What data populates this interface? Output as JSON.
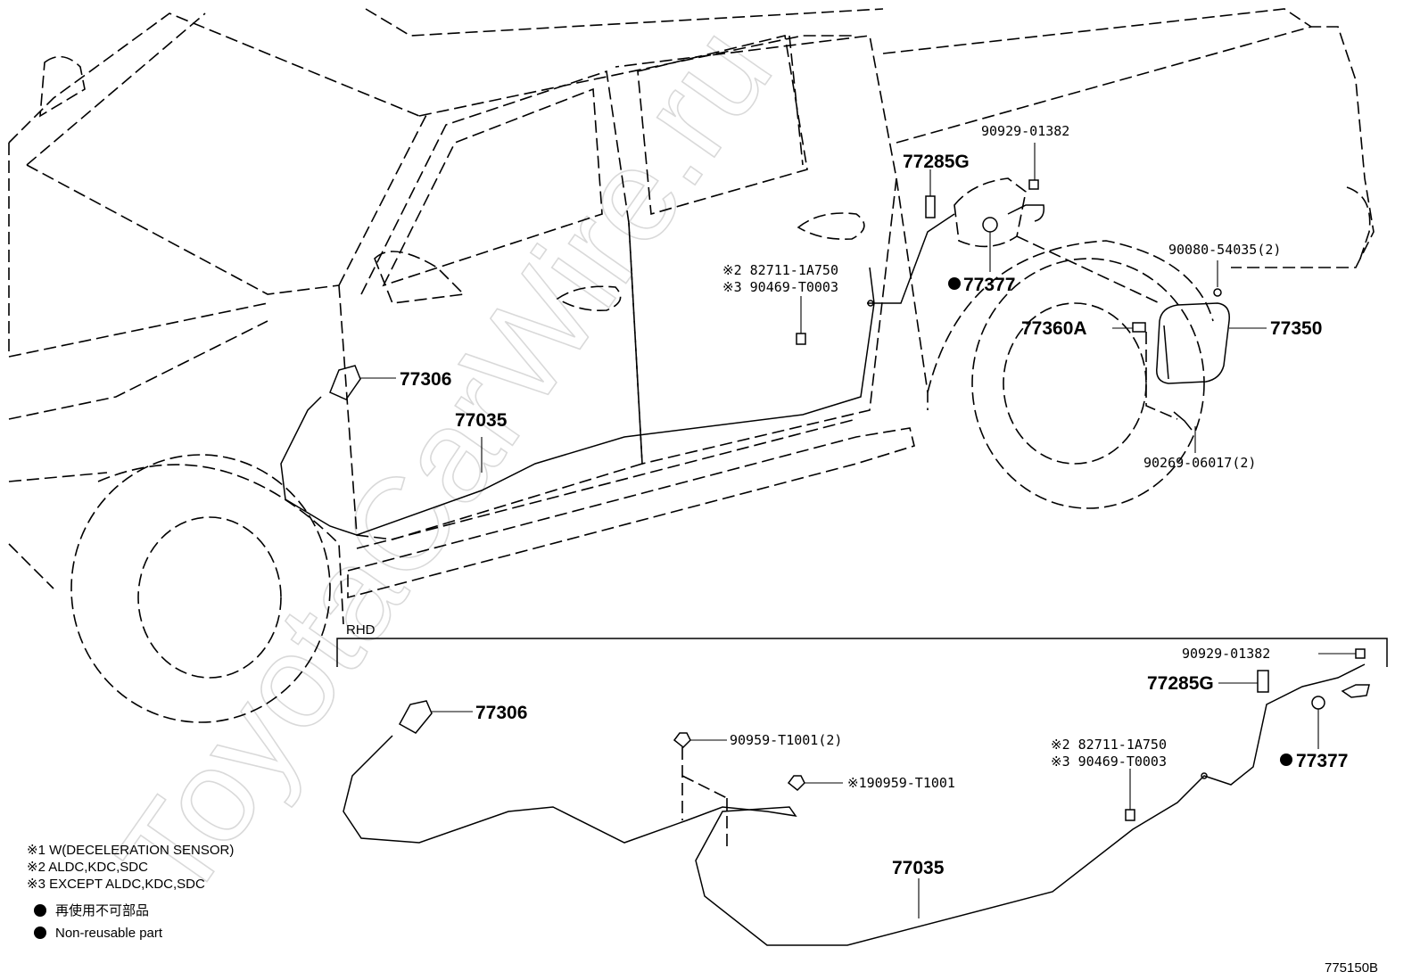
{
  "watermark": "ToyotaCarWire.ru",
  "section_label": "RHD",
  "figure_id": "775150B",
  "parts": {
    "p77306_a": "77306",
    "p77035_a": "77035",
    "p77285g_a": "77285G",
    "p90929_a": "90929-01382",
    "p77377_a": "77377",
    "p90080": "90080-54035(2)",
    "p77360a": "77360A",
    "p77350": "77350",
    "p90269": "90269-06017(2)",
    "n2_a": "※2 82711-1A750",
    "n3_a": "※3 90469-T0003",
    "p77306_b": "77306",
    "p90959_2": "90959-T1001(2)",
    "p90959_1": "※190959-T1001",
    "n2_b": "※2 82711-1A750",
    "n3_b": "※3 90469-T0003",
    "p77035_b": "77035",
    "p90929_b": "90929-01382",
    "p77285g_b": "77285G",
    "p77377_b": "77377"
  },
  "legend": {
    "note1": "※1 W(DECELERATION SENSOR)",
    "note2": "※2 ALDC,KDC,SDC",
    "note3": "※3 EXCEPT ALDC,KDC,SDC",
    "bullet_jp": "再使用不可部品",
    "bullet_en": "Non-reusable part"
  }
}
